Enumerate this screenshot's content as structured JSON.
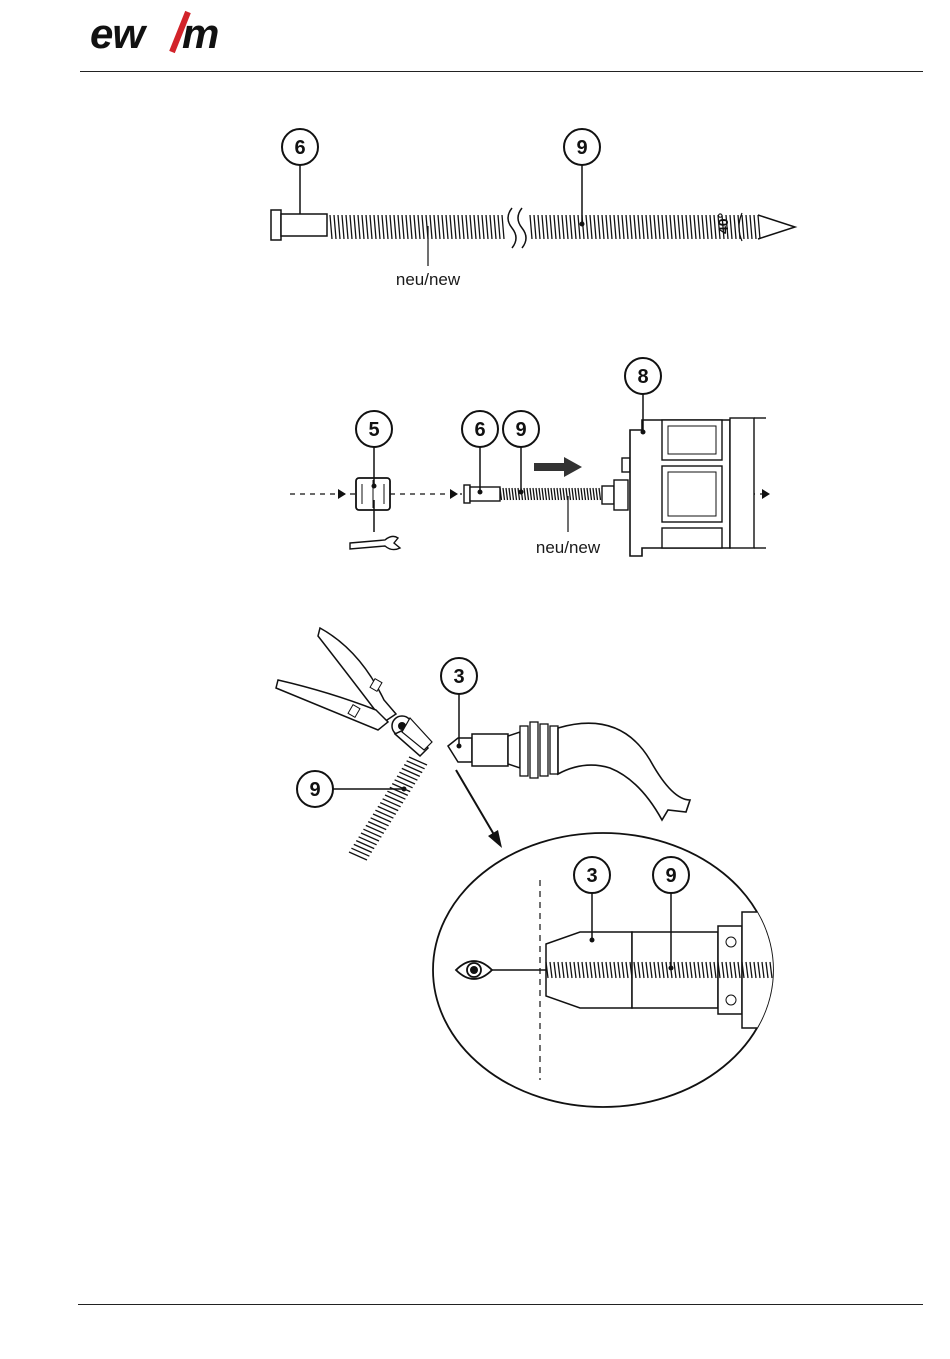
{
  "header": {
    "brand_logo": "ewm",
    "logo_colors": {
      "text": "#111111",
      "slash": "#d2232a"
    }
  },
  "figure1": {
    "callout_a": "6",
    "callout_b": "9",
    "liner_label": "neu/new",
    "angle_label": "40°"
  },
  "figure2": {
    "callout_a": "5",
    "callout_b": "6",
    "callout_c": "9",
    "callout_d": "8",
    "liner_label": "neu/new",
    "icons": [
      "wrench-icon",
      "push-direction-arrow"
    ]
  },
  "figure3": {
    "callout_a": "3",
    "callout_b": "9",
    "detail_callout_a": "3",
    "detail_callout_b": "9",
    "icons": [
      "side-cutter-pliers",
      "eye-icon"
    ]
  }
}
